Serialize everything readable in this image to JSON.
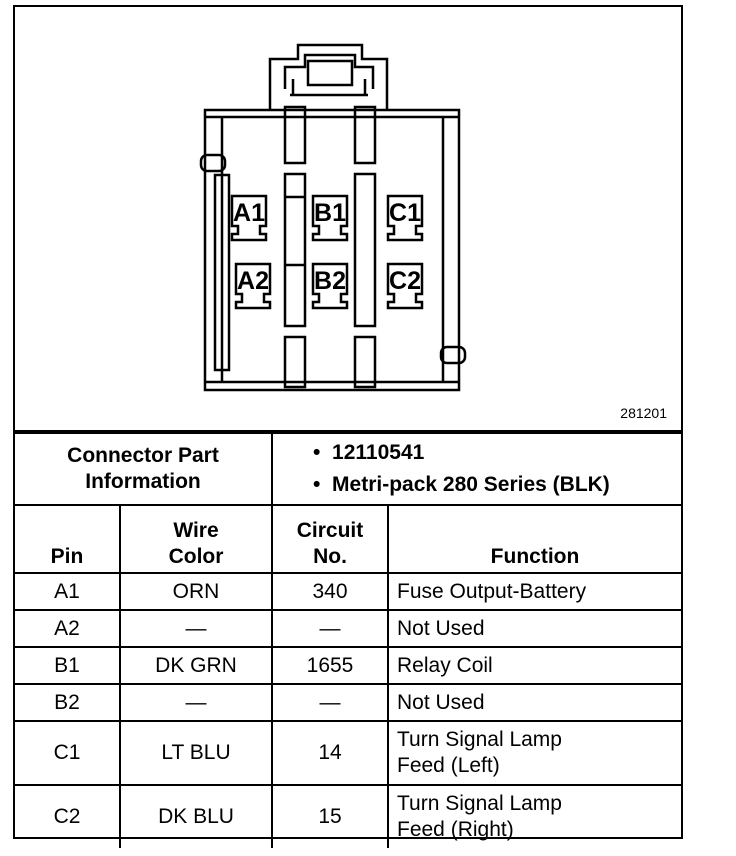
{
  "figure_id": "281201",
  "pin_labels": [
    "A1",
    "B1",
    "C1",
    "A2",
    "B2",
    "C2"
  ],
  "connector_info": {
    "label": "Connector Part Information",
    "label_line1": "Connector Part",
    "label_line2": "Information",
    "part_number": "12110541",
    "series": "Metri-pack 280 Series (BLK)",
    "bullet": "•"
  },
  "headers": {
    "pin": "Pin",
    "wire_color_1": "Wire",
    "wire_color_2": "Color",
    "circuit_1": "Circuit",
    "circuit_2": "No.",
    "function": "Function"
  },
  "rows": [
    {
      "pin": "A1",
      "wire": "ORN",
      "circuit": "340",
      "function_1": "Fuse Output-Battery",
      "function_2": ""
    },
    {
      "pin": "A2",
      "wire": "—",
      "circuit": "—",
      "function_1": "Not Used",
      "function_2": ""
    },
    {
      "pin": "B1",
      "wire": "DK GRN",
      "circuit": "1655",
      "function_1": "Relay Coil",
      "function_2": ""
    },
    {
      "pin": "B2",
      "wire": "—",
      "circuit": "—",
      "function_1": "Not Used",
      "function_2": ""
    },
    {
      "pin": "C1",
      "wire": "LT BLU",
      "circuit": "14",
      "function_1": "Turn Signal Lamp",
      "function_2": "Feed (Left)"
    },
    {
      "pin": "C2",
      "wire": "DK BLU",
      "circuit": "15",
      "function_1": "Turn Signal Lamp",
      "function_2": "Feed (Right)"
    }
  ]
}
